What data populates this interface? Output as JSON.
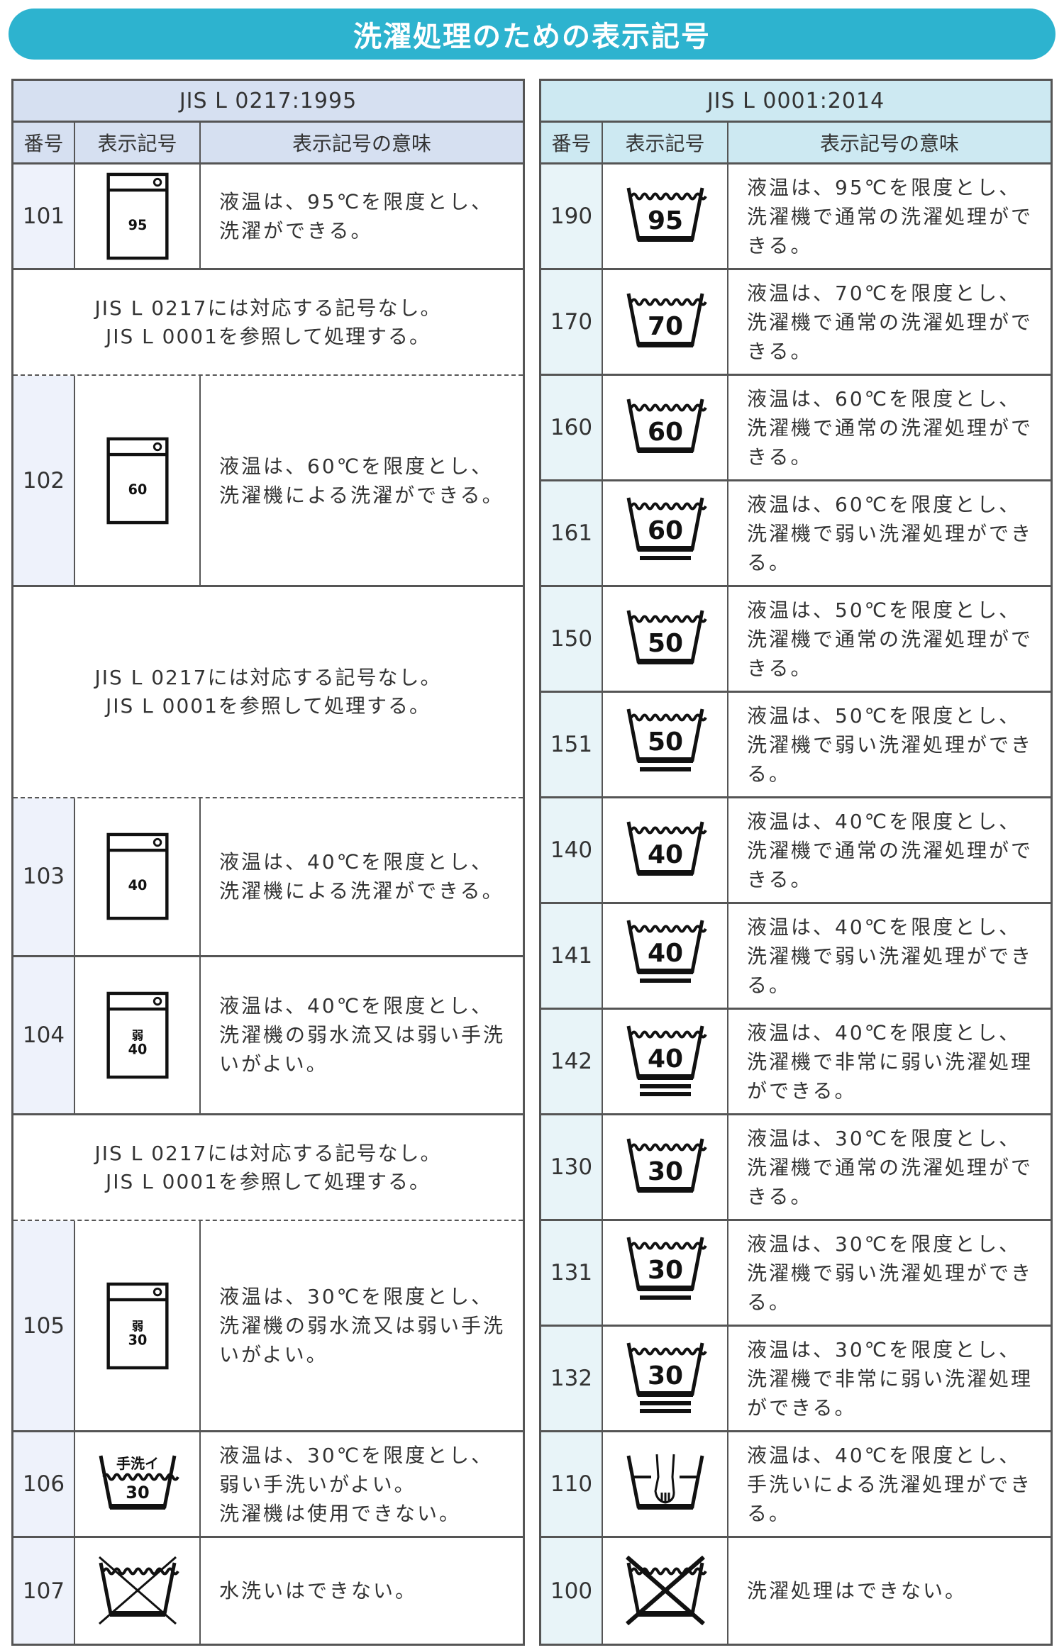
{
  "title": "洗濯処理のための表示記号",
  "colors": {
    "title_bar": "#2db3cf",
    "left_header": "#d6e0f1",
    "right_header": "#cde9f2"
  },
  "left": {
    "standard": "JIS L 0217:1995",
    "headers": [
      "番号",
      "表示記号",
      "表示記号の意味"
    ],
    "rows": [
      {
        "type": "symbol",
        "units": 1,
        "no": "101",
        "icon": "washing-machine-icon",
        "temp": "95",
        "label": "",
        "meaning": [
          "液温は、95℃を限度とし、洗濯ができる。"
        ]
      },
      {
        "type": "note",
        "units": 1,
        "lines": [
          "JIS L 0217には対応する記号なし。",
          "JIS L 0001を参照して処理する。"
        ]
      },
      {
        "type": "symbol",
        "units": 2,
        "no": "102",
        "icon": "washing-machine-icon",
        "temp": "60",
        "label": "",
        "meaning": [
          "液温は、60℃を限度とし、洗濯機による洗濯ができる。"
        ]
      },
      {
        "type": "note",
        "units": 2,
        "lines": [
          "JIS L 0217には対応する記号なし。",
          "JIS L 0001を参照して処理する。"
        ]
      },
      {
        "type": "symbol",
        "units": 1.5,
        "no": "103",
        "icon": "washing-machine-icon",
        "temp": "40",
        "label": "",
        "meaning": [
          "液温は、40℃を限度とし、洗濯機による洗濯ができる。"
        ]
      },
      {
        "type": "symbol",
        "units": 1.5,
        "no": "104",
        "icon": "washing-machine-icon",
        "temp": "40",
        "label": "弱",
        "meaning": [
          "液温は、40℃を限度とし、洗濯機の弱水流又は弱い手洗いがよい。"
        ]
      },
      {
        "type": "note",
        "units": 1,
        "lines": [
          "JIS L 0217には対応する記号なし。",
          "JIS L 0001を参照して処理する。"
        ]
      },
      {
        "type": "symbol",
        "units": 2,
        "no": "105",
        "icon": "washing-machine-icon",
        "temp": "30",
        "label": "弱",
        "meaning": [
          "液温は、30℃を限度とし、洗濯機の弱水流又は弱い手洗いがよい。"
        ]
      },
      {
        "type": "symbol",
        "units": 1,
        "no": "106",
        "icon": "hand-wash-tub-icon",
        "temp": "30",
        "label": "手洗イ",
        "meaning": [
          "液温は、30℃を限度とし、弱い手洗いがよい。",
          "洗濯機は使用できない。"
        ]
      },
      {
        "type": "symbol",
        "units": 1,
        "no": "107",
        "icon": "no-water-wash-icon",
        "temp": "",
        "label": "",
        "meaning": [
          "水洗いはできない。"
        ]
      }
    ]
  },
  "right": {
    "standard": "JIS L 0001:2014",
    "headers": [
      "番号",
      "表示記号",
      "表示記号の意味"
    ],
    "rows": [
      {
        "no": "190",
        "icon": "wash-tub-icon",
        "temp": "95",
        "bars": 0,
        "meaning": "液温は、95℃を限度とし、洗濯機で通常の洗濯処理ができる。"
      },
      {
        "no": "170",
        "icon": "wash-tub-icon",
        "temp": "70",
        "bars": 0,
        "meaning": "液温は、70℃を限度とし、洗濯機で通常の洗濯処理ができる。"
      },
      {
        "no": "160",
        "icon": "wash-tub-icon",
        "temp": "60",
        "bars": 0,
        "meaning": "液温は、60℃を限度とし、洗濯機で通常の洗濯処理ができる。"
      },
      {
        "no": "161",
        "icon": "wash-tub-icon",
        "temp": "60",
        "bars": 1,
        "meaning": "液温は、60℃を限度とし、洗濯機で弱い洗濯処理ができる。"
      },
      {
        "no": "150",
        "icon": "wash-tub-icon",
        "temp": "50",
        "bars": 0,
        "meaning": "液温は、50℃を限度とし、洗濯機で通常の洗濯処理ができる。"
      },
      {
        "no": "151",
        "icon": "wash-tub-icon",
        "temp": "50",
        "bars": 1,
        "meaning": "液温は、50℃を限度とし、洗濯機で弱い洗濯処理ができる。"
      },
      {
        "no": "140",
        "icon": "wash-tub-icon",
        "temp": "40",
        "bars": 0,
        "meaning": "液温は、40℃を限度とし、洗濯機で通常の洗濯処理ができる。"
      },
      {
        "no": "141",
        "icon": "wash-tub-icon",
        "temp": "40",
        "bars": 1,
        "meaning": "液温は、40℃を限度とし、洗濯機で弱い洗濯処理ができる。"
      },
      {
        "no": "142",
        "icon": "wash-tub-icon",
        "temp": "40",
        "bars": 2,
        "meaning": "液温は、40℃を限度とし、洗濯機で非常に弱い洗濯処理ができる。"
      },
      {
        "no": "130",
        "icon": "wash-tub-icon",
        "temp": "30",
        "bars": 0,
        "meaning": "液温は、30℃を限度とし、洗濯機で通常の洗濯処理ができる。"
      },
      {
        "no": "131",
        "icon": "wash-tub-icon",
        "temp": "30",
        "bars": 1,
        "meaning": "液温は、30℃を限度とし、洗濯機で弱い洗濯処理ができる。"
      },
      {
        "no": "132",
        "icon": "wash-tub-icon",
        "temp": "30",
        "bars": 2,
        "meaning": "液温は、30℃を限度とし、洗濯機で非常に弱い洗濯処理ができる。"
      },
      {
        "no": "110",
        "icon": "hand-wash-icon",
        "temp": "",
        "bars": 0,
        "meaning": "液温は、40℃を限度とし、手洗いによる洗濯処理ができる。"
      },
      {
        "no": "100",
        "icon": "do-not-wash-icon",
        "temp": "",
        "bars": 0,
        "meaning": "洗濯処理はできない。"
      }
    ]
  }
}
